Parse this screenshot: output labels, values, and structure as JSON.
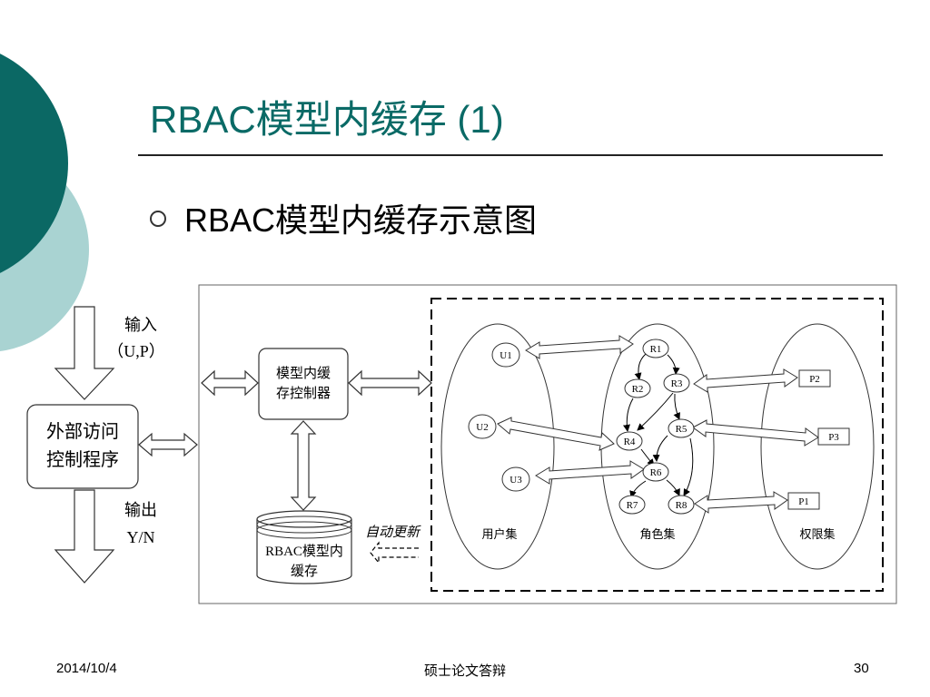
{
  "slide": {
    "title": "RBAC模型内缓存 (1)",
    "bullet": "RBAC模型内缓存示意图"
  },
  "diagram": {
    "input_label_1": "输入",
    "input_label_2": "（U,P）",
    "output_label_1": "输出",
    "output_label_2": "Y/N",
    "external_program_1": "外部访问",
    "external_program_2": "控制程序",
    "controller_1": "模型内缓",
    "controller_2": "存控制器",
    "cache_1": "RBAC模型内",
    "cache_2": "缓存",
    "auto_update": "自动更新",
    "users": [
      "U1",
      "U2",
      "U3"
    ],
    "roles": [
      "R1",
      "R2",
      "R3",
      "R4",
      "R5",
      "R6",
      "R7",
      "R8"
    ],
    "permissions": [
      "P2",
      "P3",
      "P1"
    ],
    "user_set_label": "用户集",
    "role_set_label": "角色集",
    "permission_set_label": "权限集"
  },
  "footer": {
    "date": "2014/10/4",
    "center": "硕士论文答辩",
    "page": "30"
  },
  "colors": {
    "title": "#0a6a66",
    "dark_teal_circle": "#0b6864",
    "light_teal_circle": "#a9d3d2"
  }
}
